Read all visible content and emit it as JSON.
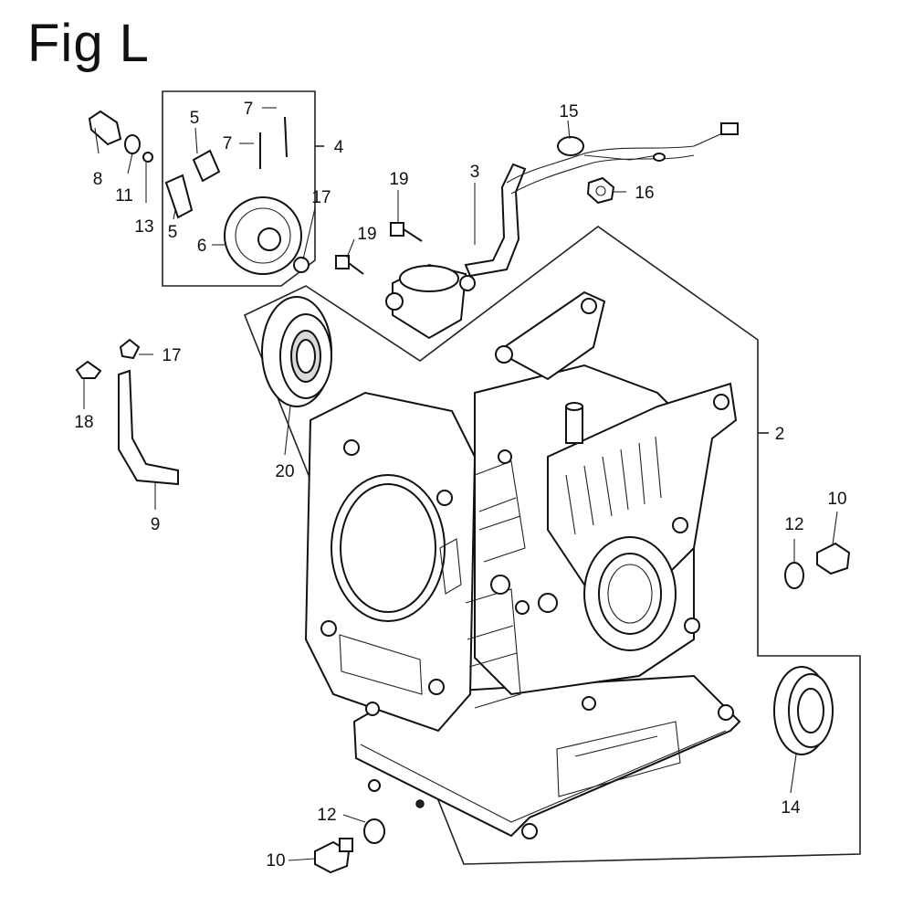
{
  "figure": {
    "title": "Fig L"
  },
  "callouts": [
    {
      "id": "c1",
      "text": "7"
    },
    {
      "id": "c2",
      "text": "7"
    },
    {
      "id": "c3",
      "text": "5"
    },
    {
      "id": "c4",
      "text": "4"
    },
    {
      "id": "c5",
      "text": "8"
    },
    {
      "id": "c6",
      "text": "11"
    },
    {
      "id": "c7",
      "text": "13"
    },
    {
      "id": "c8",
      "text": "5"
    },
    {
      "id": "c9",
      "text": "6"
    },
    {
      "id": "c10",
      "text": "17"
    },
    {
      "id": "c11",
      "text": "15"
    },
    {
      "id": "c12",
      "text": "3"
    },
    {
      "id": "c13",
      "text": "19"
    },
    {
      "id": "c14",
      "text": "19"
    },
    {
      "id": "c15",
      "text": "16"
    },
    {
      "id": "c16",
      "text": "17"
    },
    {
      "id": "c17",
      "text": "18"
    },
    {
      "id": "c18",
      "text": "9"
    },
    {
      "id": "c19",
      "text": "20"
    },
    {
      "id": "c20",
      "text": "2"
    },
    {
      "id": "c21",
      "text": "12"
    },
    {
      "id": "c22",
      "text": "10"
    },
    {
      "id": "c23",
      "text": "14"
    },
    {
      "id": "c24",
      "text": "12"
    },
    {
      "id": "c25",
      "text": "10"
    }
  ]
}
